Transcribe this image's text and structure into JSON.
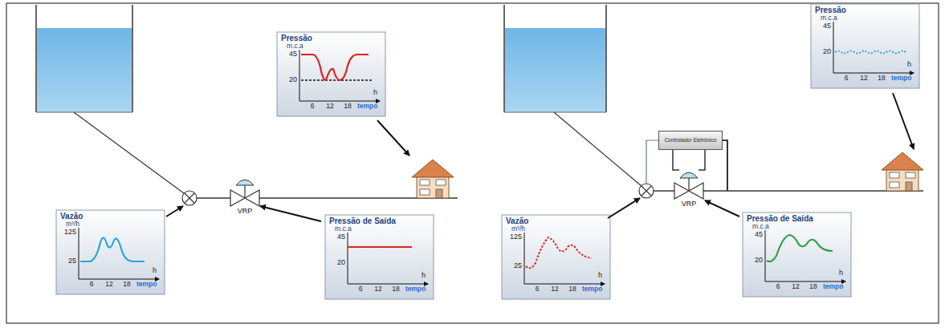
{
  "diagram": {
    "nodes": [
      {
        "text": [
          "Pressão",
          "m.c.a",
          "45",
          "20",
          "h",
          "6",
          "12",
          "18",
          "tempo"
        ]
      },
      {
        "text": [
          "Vazão",
          "m³/h",
          "125",
          "25",
          "h",
          "6",
          "12",
          "18",
          "tempo"
        ]
      },
      {
        "text": [
          "Pressão de Saída",
          "m.c.a",
          "45",
          "20",
          "h",
          "6",
          "12",
          "18",
          "tempo"
        ]
      },
      {
        "text": [
          "Pressão",
          "m.c.a",
          "45",
          "20",
          "h",
          "6",
          "12",
          "18",
          "tempo"
        ]
      },
      {
        "text": [
          "Controlador Eletrônico"
        ]
      },
      {
        "text": [
          "Vazão",
          "m³/h",
          "125",
          "25",
          "h",
          "6",
          "12",
          "18",
          "tempo"
        ]
      },
      {
        "text": [
          "Pressão de Saída",
          "m.c.a",
          "45",
          "20",
          "h",
          "6",
          "12",
          "18",
          "tempo"
        ]
      }
    ],
    "labels": [
      "VRP",
      "VRP"
    ]
  }
}
